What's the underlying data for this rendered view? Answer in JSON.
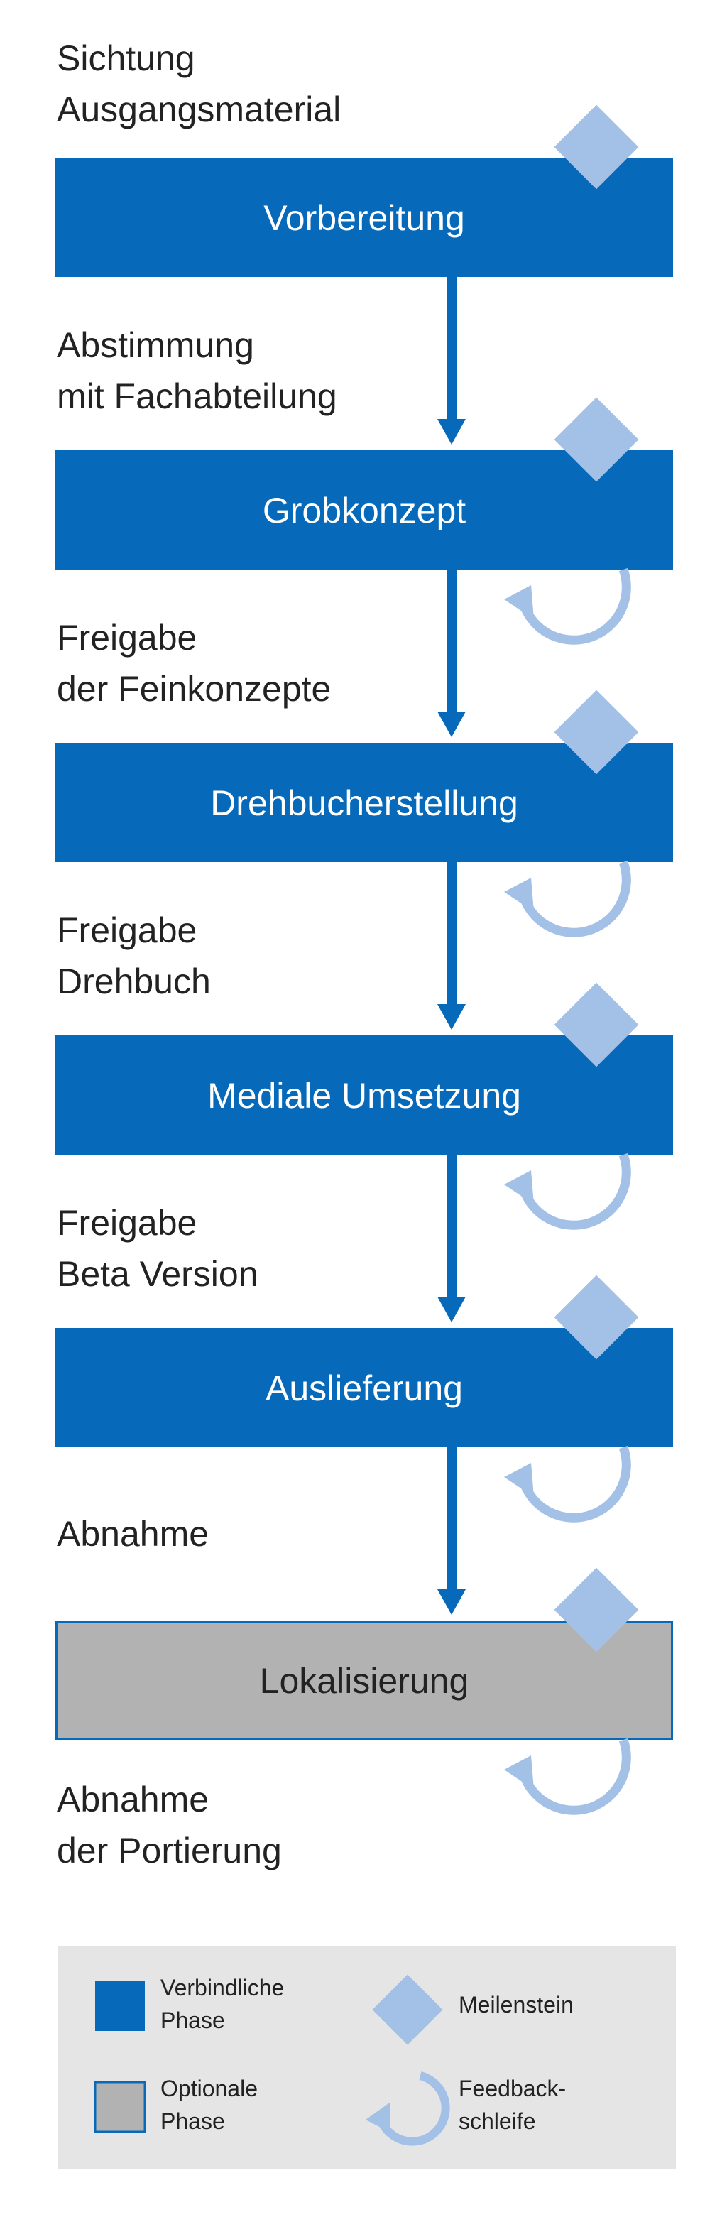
{
  "colors": {
    "mandatory_fill": "#0769b9",
    "optional_fill": "#b2b2b2",
    "optional_border": "#0769b9",
    "milestone": "#a3c0e6",
    "feedback": "#a3c0e6",
    "arrow": "#0769b9",
    "legend_bg": "#e5e5e5",
    "text": "#222222",
    "phase_text_on_blue": "#ffffff",
    "phase_text_on_gray": "#222222"
  },
  "start_note": "Sichtung\nAusgangsmaterial",
  "phases": [
    {
      "label": "Vorbereitung",
      "kind": "mandatory",
      "milestone": true,
      "feedback_loop": false
    },
    {
      "label": "Grobkonzept",
      "kind": "mandatory",
      "milestone": true,
      "feedback_loop": true
    },
    {
      "label": "Drehbucherstellung",
      "kind": "mandatory",
      "milestone": true,
      "feedback_loop": true
    },
    {
      "label": "Mediale Umsetzung",
      "kind": "mandatory",
      "milestone": true,
      "feedback_loop": true
    },
    {
      "label": "Auslieferung",
      "kind": "mandatory",
      "milestone": true,
      "feedback_loop": true
    },
    {
      "label": "Lokalisierung",
      "kind": "optional",
      "milestone": true,
      "feedback_loop": true
    }
  ],
  "transitions": [
    "Abstimmung\nmit Fachabteilung",
    "Freigabe\nder Feinkonzepte",
    "Freigabe\nDrehbuch",
    "Freigabe\nBeta Version",
    "Abnahme"
  ],
  "end_note": "Abnahme\nder Portierung",
  "legend": {
    "mandatory": "Verbindliche\nPhase",
    "optional": "Optionale\nPhase",
    "milestone": "Meilenstein",
    "feedback": "Feedback-\nschleife"
  }
}
